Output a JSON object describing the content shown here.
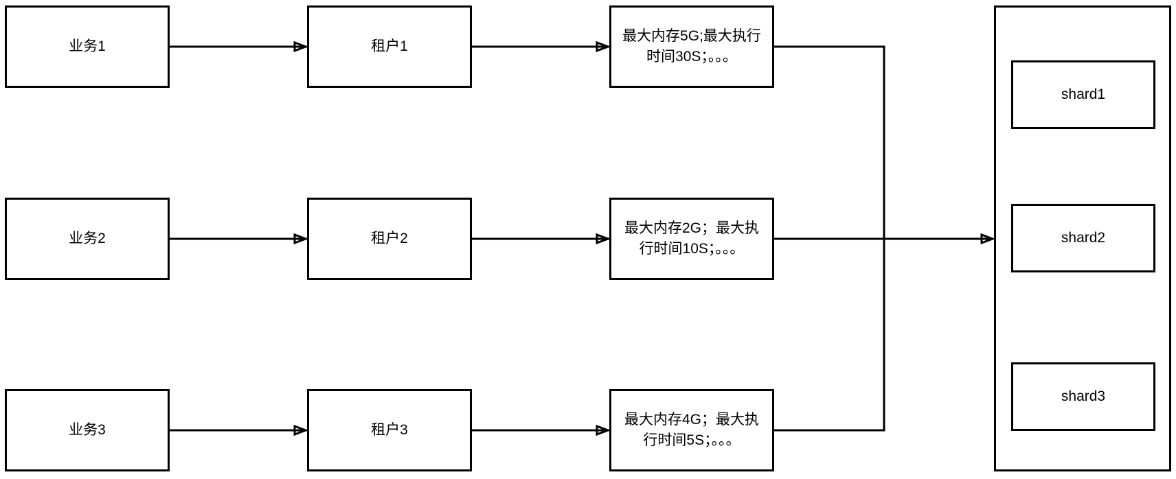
{
  "diagram": {
    "businesses": [
      {
        "label": "业务1"
      },
      {
        "label": "业务2"
      },
      {
        "label": "业务3"
      }
    ],
    "tenants": [
      {
        "label": "租户1"
      },
      {
        "label": "租户2"
      },
      {
        "label": "租户3"
      }
    ],
    "policies": [
      {
        "text": "最大内存5G;最大执行\n时间30S；。。。"
      },
      {
        "text": "最大内存2G；最大执\n行时间10S；。。。"
      },
      {
        "text": "最大内存4G；最大执\n行时间5S；。。。"
      }
    ],
    "cluster": {
      "shards": [
        {
          "label": "shard1"
        },
        {
          "label": "shard2"
        },
        {
          "label": "shard3"
        }
      ]
    },
    "colors": {
      "stroke": "#000000",
      "fill": "#ffffff",
      "text": "#000000"
    }
  }
}
